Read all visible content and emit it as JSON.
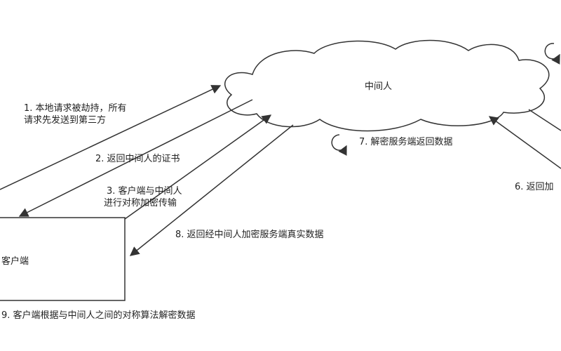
{
  "diagram": {
    "nodes": {
      "mitm": "中间人",
      "client": "客户端"
    },
    "labels": {
      "step1_line1": "1. 本地请求被劫持，所有",
      "step1_line2": "请求先发送到第三方",
      "step2": "2. 返回中间人的证书",
      "step3_line1": "3. 客户端与中间人",
      "step3_line2": "进行对称加密传输",
      "step6": "6. 返回加",
      "step7": "7. 解密服务端返回数据",
      "step8": "8. 返回经中间人加密服务端真实数据",
      "step9": "9. 客户端根据与中间人之间的对称算法解密数据"
    },
    "colors": {
      "stroke": "#333333",
      "text": "#222222",
      "background": "#ffffff"
    }
  }
}
